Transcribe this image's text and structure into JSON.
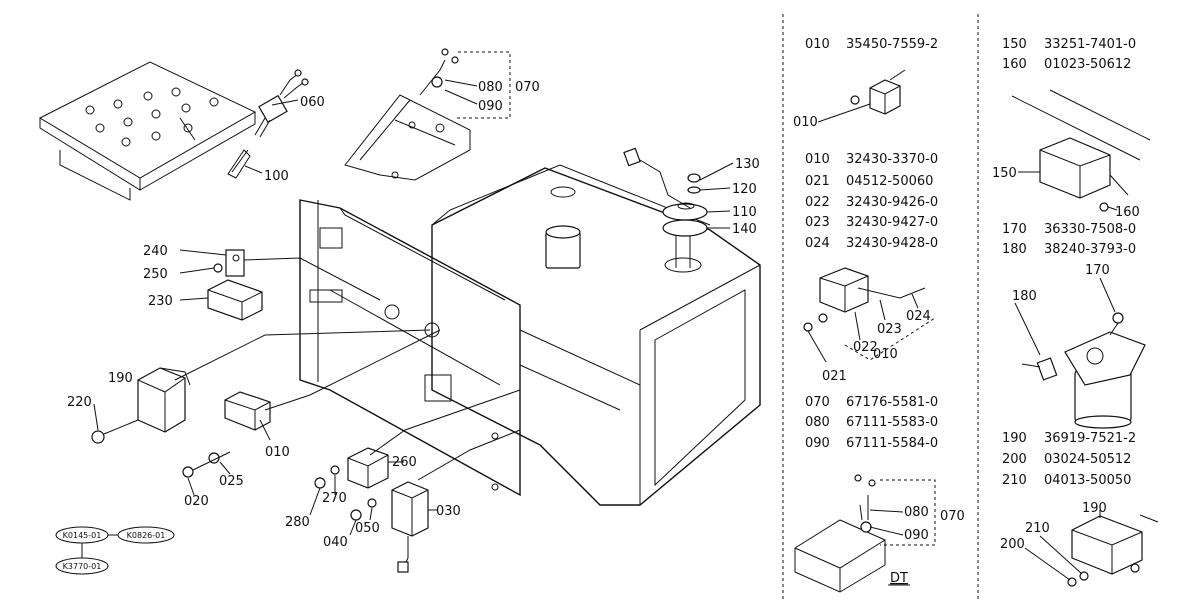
{
  "main_callouts": [
    "060",
    "100",
    "080",
    "070",
    "090",
    "130",
    "120",
    "110",
    "140",
    "240",
    "250",
    "230",
    "190",
    "220",
    "010",
    "025",
    "020",
    "270",
    "260",
    "280",
    "050",
    "030",
    "040"
  ],
  "bubbles": [
    "K0145-01",
    "K0826-01",
    "K3770-01"
  ],
  "inset1": {
    "parts": [
      {
        "ref": "010",
        "num": "35450-7559-2"
      }
    ],
    "callouts": [
      "010"
    ]
  },
  "inset2": {
    "parts": [
      {
        "ref": "010",
        "num": "32430-3370-0"
      },
      {
        "ref": "021",
        "num": "04512-50060"
      },
      {
        "ref": "022",
        "num": "32430-9426-0"
      },
      {
        "ref": "023",
        "num": "32430-9427-0"
      },
      {
        "ref": "024",
        "num": "32430-9428-0"
      }
    ],
    "callouts": [
      "023",
      "024",
      "022",
      "010",
      "021"
    ]
  },
  "inset3": {
    "parts": [
      {
        "ref": "070",
        "num": "67176-5581-0"
      },
      {
        "ref": "080",
        "num": "67111-5583-0"
      },
      {
        "ref": "090",
        "num": "67111-5584-0"
      }
    ],
    "callouts": [
      "080",
      "070",
      "090"
    ],
    "caption": "DT"
  },
  "right1": {
    "parts": [
      {
        "ref": "150",
        "num": "33251-7401-0"
      },
      {
        "ref": "160",
        "num": "01023-50612"
      }
    ],
    "callouts": [
      "150",
      "160"
    ]
  },
  "right2": {
    "parts": [
      {
        "ref": "170",
        "num": "36330-7508-0"
      },
      {
        "ref": "180",
        "num": "38240-3793-0"
      }
    ],
    "callouts": [
      "180",
      "170"
    ]
  },
  "right3": {
    "parts": [
      {
        "ref": "190",
        "num": "36919-7521-2"
      },
      {
        "ref": "200",
        "num": "03024-50512"
      },
      {
        "ref": "210",
        "num": "04013-50050"
      }
    ],
    "callouts": [
      "190",
      "210",
      "200"
    ]
  }
}
